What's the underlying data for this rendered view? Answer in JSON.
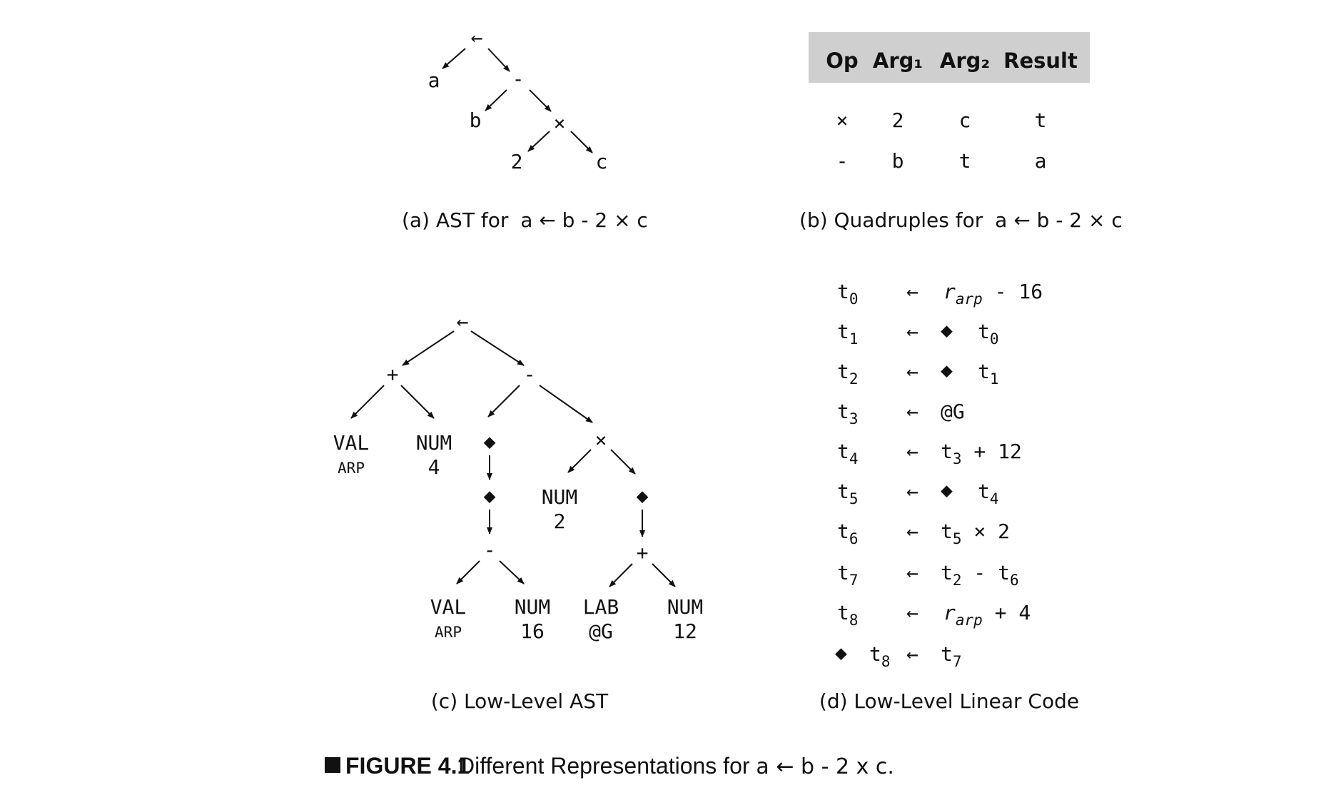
{
  "ast": {
    "root": "←",
    "a": "a",
    "minus": "-",
    "b": "b",
    "times": "×",
    "two": "2",
    "c": "c",
    "caption_prefix": "(a) AST for ",
    "caption_expr": "a ← b - 2 × c"
  },
  "quad": {
    "headers": [
      "Op",
      "Arg₁",
      "Arg₂",
      "Result"
    ],
    "rows": [
      [
        "×",
        "2",
        "c",
        "t"
      ],
      [
        "-",
        "b",
        "t",
        "a"
      ]
    ],
    "caption_prefix": "(b) Quadruples for ",
    "caption_expr": "a ← b - 2 × c"
  },
  "llast": {
    "root": "←",
    "plus1": "+",
    "minus1": "-",
    "val1": "VAL",
    "val1_sub": "ARP",
    "num4": "NUM",
    "num4_val": "4",
    "diamond": "◆",
    "times": "×",
    "num2": "NUM",
    "num2_val": "2",
    "minus2": "-",
    "plus2": "+",
    "val2": "VAL",
    "val2_sub": "ARP",
    "num16": "NUM",
    "num16_val": "16",
    "lab": "LAB",
    "lab_val": "@G",
    "num12": "NUM",
    "num12_val": "12",
    "caption": "(c) Low-Level AST"
  },
  "linear": {
    "arrow": "←",
    "diamond": "◆",
    "lines": [
      {
        "lhs": "t",
        "lhs_sub": "0",
        "rhs": "r",
        "rhs_sub": "arp",
        "rhs_tail": " - 16"
      },
      {
        "lhs": "t",
        "lhs_sub": "1",
        "rhs": "t",
        "rhs_sub": "0"
      },
      {
        "lhs": "t",
        "lhs_sub": "2",
        "rhs": "t",
        "rhs_sub": "1"
      },
      {
        "lhs": "t",
        "lhs_sub": "3",
        "rhs": "@G"
      },
      {
        "lhs": "t",
        "lhs_sub": "4",
        "rhs": "t",
        "rhs_sub": "3",
        "rhs_tail": " + 12"
      },
      {
        "lhs": "t",
        "lhs_sub": "5",
        "rhs": "t",
        "rhs_sub": "4"
      },
      {
        "lhs": "t",
        "lhs_sub": "6",
        "rhs": "t",
        "rhs_sub": "5",
        "rhs_tail": " × 2"
      },
      {
        "lhs": "t",
        "lhs_sub": "7",
        "rhs": "t",
        "rhs_sub": "2",
        "rhs_tail": " - t",
        "rhs_tail_sub": "6"
      },
      {
        "lhs": "t",
        "lhs_sub": "8",
        "rhs": "r",
        "rhs_sub": "arp",
        "rhs_tail": " + 4"
      },
      {
        "lhs": "t",
        "lhs_sub": "8",
        "rhs": "t",
        "rhs_sub": "7"
      }
    ],
    "caption": "(d) Low-Level Linear Code"
  },
  "figure": {
    "label": "FIGURE 4.1",
    "text": "Different Representations for ",
    "expr": "a ← b - 2 x c."
  }
}
